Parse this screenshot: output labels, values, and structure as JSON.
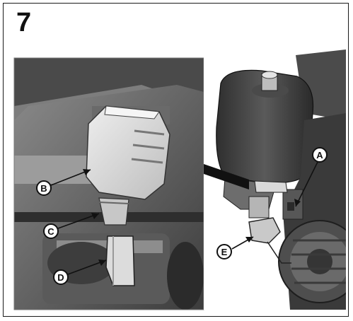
{
  "step": {
    "number": "7"
  },
  "callouts": [
    {
      "id": "A",
      "label": "A"
    },
    {
      "id": "B",
      "label": "B"
    },
    {
      "id": "C",
      "label": "C"
    },
    {
      "id": "D",
      "label": "D"
    },
    {
      "id": "E",
      "label": "E"
    }
  ],
  "colors": {
    "frame": "#1a1a1a",
    "dark_metal": "#3a3a3a",
    "mid_metal": "#6e6e6e",
    "light_metal": "#b9b9b9",
    "plastic_light": "#d9d9d9",
    "callout_fill": "#ffffff",
    "callout_stroke": "#111111"
  }
}
